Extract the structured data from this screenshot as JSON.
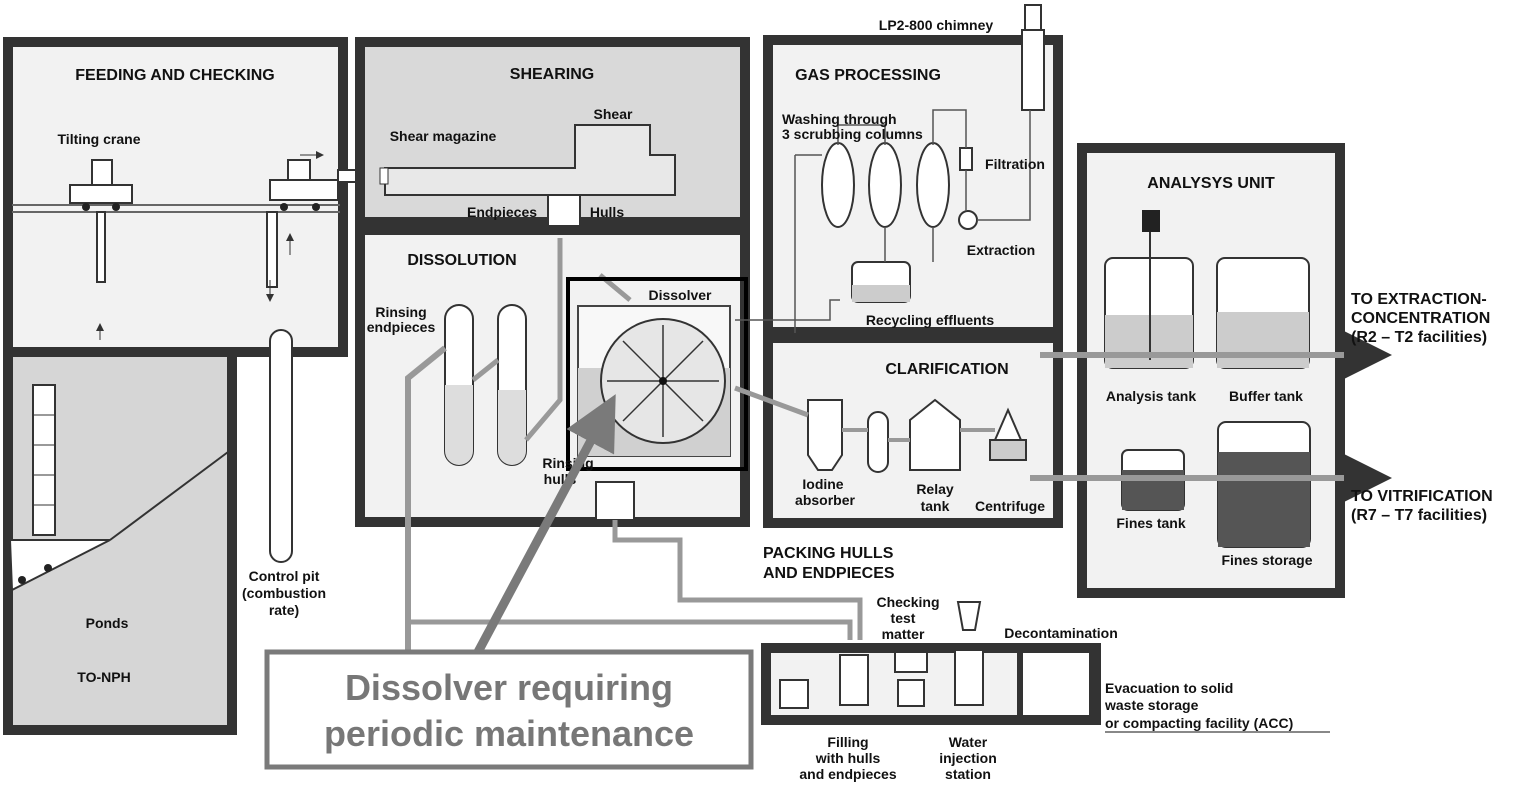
{
  "sections": {
    "feeding": "FEEDING AND CHECKING",
    "shearing": "SHEARING",
    "gas": "GAS PROCESSING",
    "dissolution": "DISSOLUTION",
    "clarification": "CLARIFICATION",
    "analysis": "ANALYSYS UNIT",
    "packing_1": "PACKING HULLS",
    "packing_2": "AND ENDPIECES"
  },
  "labels": {
    "chimney": "LP2-800 chimney",
    "tilting_crane": "Tilting crane",
    "shear_magazine": "Shear magazine",
    "shear": "Shear",
    "endpieces": "Endpieces",
    "hulls": "Hulls",
    "washing_1": "Washing through",
    "washing_2": "3 scrubbing columns",
    "filtration": "Filtration",
    "extraction": "Extraction",
    "recycling": "Recycling effluents",
    "rinsing_endpieces_1": "Rinsing",
    "rinsing_endpieces_2": "endpieces",
    "dissolver": "Dissolver",
    "rinsing_hulls_1": "Rinsing",
    "rinsing_hulls_2": "hulls",
    "iodine_1": "Iodine",
    "iodine_2": "absorber",
    "relay_1": "Relay",
    "relay_2": "tank",
    "centrifuge": "Centrifuge",
    "analysis_tank": "Analysis tank",
    "buffer_tank": "Buffer tank",
    "fines_tank": "Fines tank",
    "fines_storage": "Fines storage",
    "to_extraction_1": "TO EXTRACTION-",
    "to_extraction_2": "CONCENTRATION",
    "to_extraction_3": "(R2 – T2 facilities)",
    "to_vitrification_1": "TO VITRIFICATION",
    "to_vitrification_2": "(R7 – T7 facilities)",
    "control_pit_1": "Control pit",
    "control_pit_2": "(combustion",
    "control_pit_3": "rate)",
    "ponds": "Ponds",
    "to_nph": "TO-NPH",
    "checking_1": "Checking",
    "checking_2": "test",
    "checking_3": "matter",
    "decontamination": "Decontamination",
    "evacuation_1": "Evacuation to solid",
    "evacuation_2": "waste storage",
    "evacuation_3": "or compacting facility (ACC)",
    "filling_1": "Filling",
    "filling_2": "with hulls",
    "filling_3": "and endpieces",
    "water_1": "Water",
    "water_2": "injection",
    "water_3": "station"
  },
  "callout": {
    "line1": "Dissolver requiring",
    "line2": "periodic maintenance"
  }
}
